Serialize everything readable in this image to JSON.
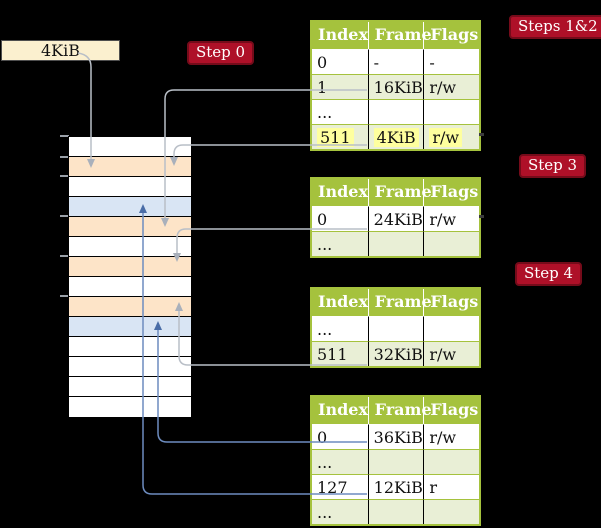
{
  "frame_box": {
    "label": "4KiB"
  },
  "badges": {
    "step0": "Step 0",
    "steps12": "Steps 1&2",
    "step3": "Step 3",
    "step4": "Step 4"
  },
  "colors": {
    "tbl-green": "#a5c23d",
    "row-green": "#e9efd6",
    "badge-red": "#ae1028",
    "badge-red-dark": "#750b1a",
    "hl-yellow": "#feff9e",
    "cream": "#fbf0cf",
    "mem-peach": "#fde4c8",
    "mem-blue": "#d9e5f4",
    "arrow-gray": "#b9bfc7",
    "arrow-gray-head": "#a9b0bb",
    "arrow-blue": "#6d8cbf",
    "arrow-blue-head": "#4a6da7"
  },
  "memory": {
    "rows": [
      "white",
      "peach",
      "white",
      "blue",
      "peach",
      "white",
      "peach",
      "white",
      "peach",
      "blue",
      "white",
      "white",
      "white",
      "white"
    ]
  },
  "tables": [
    {
      "headers": [
        "Index",
        "Frame",
        "Flags"
      ],
      "rows": [
        {
          "cells": [
            "0",
            "-",
            "-"
          ],
          "shaded": false,
          "highlighted": false
        },
        {
          "cells": [
            "1",
            "16KiB",
            "r/w"
          ],
          "shaded": true,
          "highlighted": false
        },
        {
          "cells": [
            "...",
            "",
            ""
          ],
          "shaded": false,
          "highlighted": false
        },
        {
          "cells": [
            "511",
            "4KiB",
            "r/w"
          ],
          "shaded": true,
          "highlighted": true
        }
      ]
    },
    {
      "headers": [
        "Index",
        "Frame",
        "Flags"
      ],
      "rows": [
        {
          "cells": [
            "0",
            "24KiB",
            "r/w"
          ],
          "shaded": false,
          "highlighted": false
        },
        {
          "cells": [
            "...",
            "",
            ""
          ],
          "shaded": true,
          "highlighted": false
        }
      ]
    },
    {
      "headers": [
        "Index",
        "Frame",
        "Flags"
      ],
      "rows": [
        {
          "cells": [
            "...",
            "",
            ""
          ],
          "shaded": false,
          "highlighted": false
        },
        {
          "cells": [
            "511",
            "32KiB",
            "r/w"
          ],
          "shaded": true,
          "highlighted": false
        }
      ]
    },
    {
      "headers": [
        "Index",
        "Frame",
        "Flags"
      ],
      "rows": [
        {
          "cells": [
            "0",
            "36KiB",
            "r/w"
          ],
          "shaded": false,
          "highlighted": false
        },
        {
          "cells": [
            "...",
            "",
            ""
          ],
          "shaded": true,
          "highlighted": false
        },
        {
          "cells": [
            "127",
            "12KiB",
            "r"
          ],
          "shaded": false,
          "highlighted": false
        },
        {
          "cells": [
            "...",
            "",
            ""
          ],
          "shaded": true,
          "highlighted": false
        }
      ]
    }
  ]
}
